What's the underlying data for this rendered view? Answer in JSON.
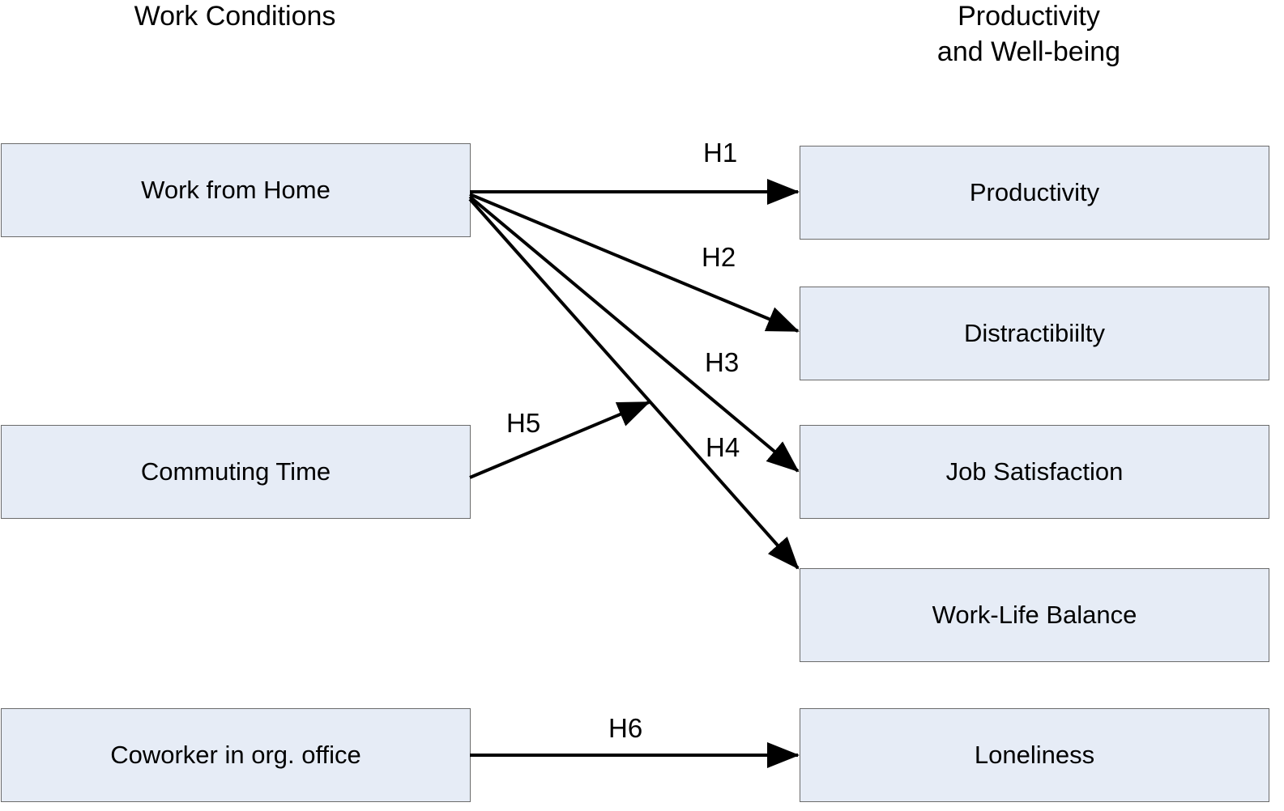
{
  "headers": {
    "left": "Work Conditions",
    "right_line1": "Productivity",
    "right_line2": "and Well-being"
  },
  "nodes": {
    "work_from_home": "Work from Home",
    "commuting_time": "Commuting Time",
    "coworker": "Coworker in org. office",
    "productivity": "Productivity",
    "distractibility": "Distractibiilty",
    "job_satisfaction": "Job Satisfaction",
    "work_life_balance": "Work-Life Balance",
    "loneliness": "Loneliness"
  },
  "hypotheses": {
    "h1": "H1",
    "h2": "H2",
    "h3": "H3",
    "h4": "H4",
    "h5": "H5",
    "h6": "H6"
  }
}
